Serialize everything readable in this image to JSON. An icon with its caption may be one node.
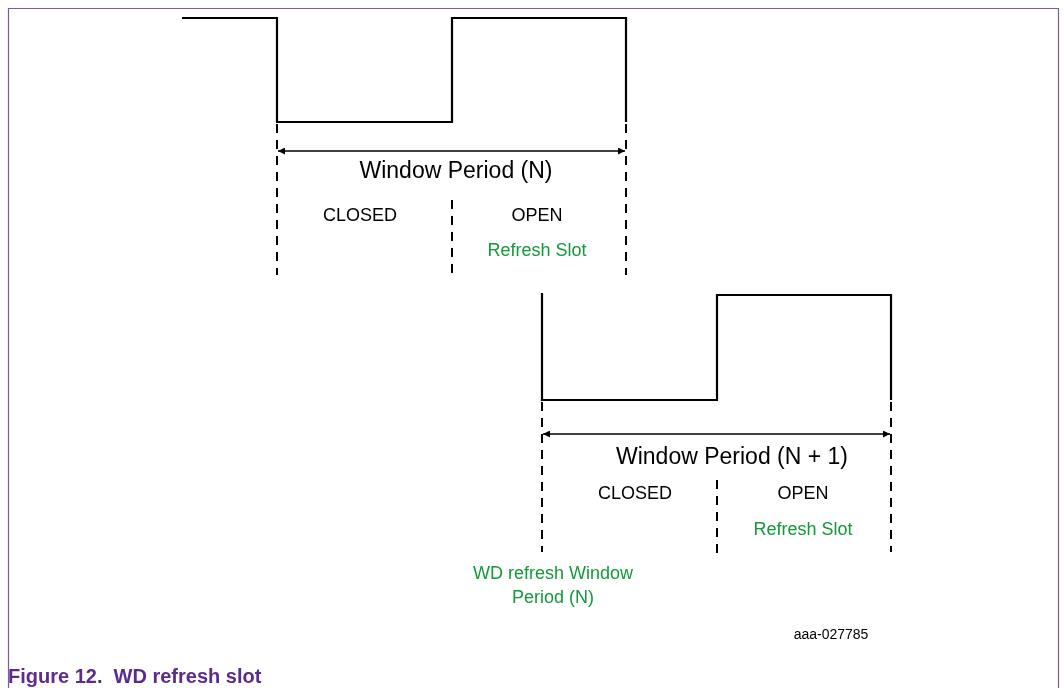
{
  "diagram": {
    "caption": "Figure 12.  WD refresh slot",
    "labels": [
      "Window Period (N)",
      "CLOSED",
      "OPEN",
      "Refresh Slot",
      "Window Period (N + 1)",
      "CLOSED",
      "OPEN",
      "Refresh Slot",
      "WD refresh Window Period (N)",
      "aaa-027785"
    ]
  }
}
